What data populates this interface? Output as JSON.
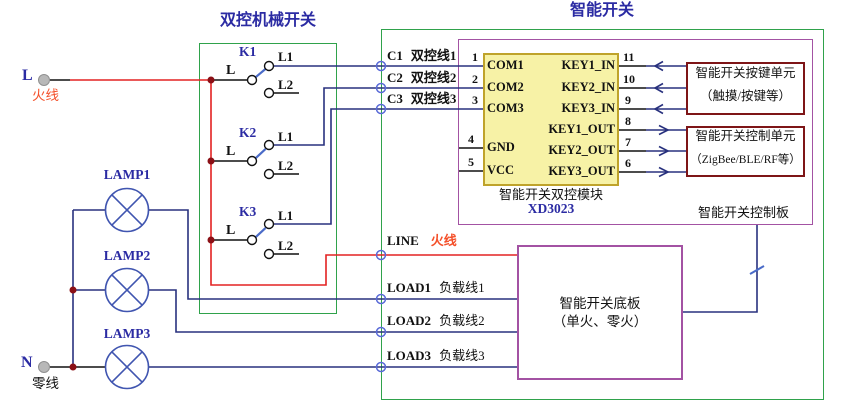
{
  "colors": {
    "box_green": "#2fa24b",
    "box_purple": "#a352a3",
    "box_maroon": "#7e1517",
    "module_fill": "#f7f2a6",
    "module_border": "#bfa32b",
    "wire_blue": "#28317e",
    "wire_red": "#e32222",
    "lever_blue": "#4a6bc8",
    "junction_dot": "#8b1016",
    "label_navy": "#2b2ba3",
    "live_text_red": "#f4502a",
    "terminal_gray": "#b8b8b8"
  },
  "titles": {
    "mech_box": "双控机械开关",
    "smart_box": "智能开关"
  },
  "supply": {
    "live": {
      "id": "L",
      "label": "火线"
    },
    "neutral": {
      "id": "N",
      "label": "零线"
    }
  },
  "lamps": [
    {
      "name": "LAMP1"
    },
    {
      "name": "LAMP2"
    },
    {
      "name": "LAMP3"
    }
  ],
  "switches": [
    {
      "name": "K1",
      "common": "L",
      "t1": "L1",
      "t2": "L2"
    },
    {
      "name": "K2",
      "common": "L",
      "t1": "L1",
      "t2": "L2"
    },
    {
      "name": "K3",
      "common": "L",
      "t1": "L1",
      "t2": "L2"
    }
  ],
  "terminals": {
    "c1": {
      "id": "C1",
      "label": "双控线1"
    },
    "c2": {
      "id": "C2",
      "label": "双控线2"
    },
    "c3": {
      "id": "C3",
      "label": "双控线3"
    },
    "line": {
      "id": "LINE",
      "label": "火线"
    },
    "load1": {
      "id": "LOAD1",
      "label": "负载线1"
    },
    "load2": {
      "id": "LOAD2",
      "label": "负载线2"
    },
    "load3": {
      "id": "LOAD3",
      "label": "负载线3"
    }
  },
  "module": {
    "caption": "智能开关双控模块",
    "part_number": "XD3023",
    "left_pins": [
      {
        "num": "1",
        "name": "COM1"
      },
      {
        "num": "2",
        "name": "COM2"
      },
      {
        "num": "3",
        "name": "COM3"
      },
      {
        "num": "4",
        "name": "GND"
      },
      {
        "num": "5",
        "name": "VCC"
      }
    ],
    "right_pins": [
      {
        "num": "11",
        "name": "KEY1_IN"
      },
      {
        "num": "10",
        "name": "KEY2_IN"
      },
      {
        "num": "9",
        "name": "KEY3_IN"
      },
      {
        "num": "8",
        "name": "KEY1_OUT"
      },
      {
        "num": "7",
        "name": "KEY2_OUT"
      },
      {
        "num": "6",
        "name": "KEY3_OUT"
      }
    ]
  },
  "boards": {
    "control_board_label": "智能开关控制板",
    "key_unit": {
      "line1": "智能开关按键单元",
      "line2": "（触摸/按键等）"
    },
    "control_unit": {
      "line1": "智能开关控制单元",
      "line2": "（ZigBee/BLE/RF等）"
    },
    "base_board": {
      "line1": "智能开关底板",
      "line2": "（单火、零火）"
    }
  }
}
